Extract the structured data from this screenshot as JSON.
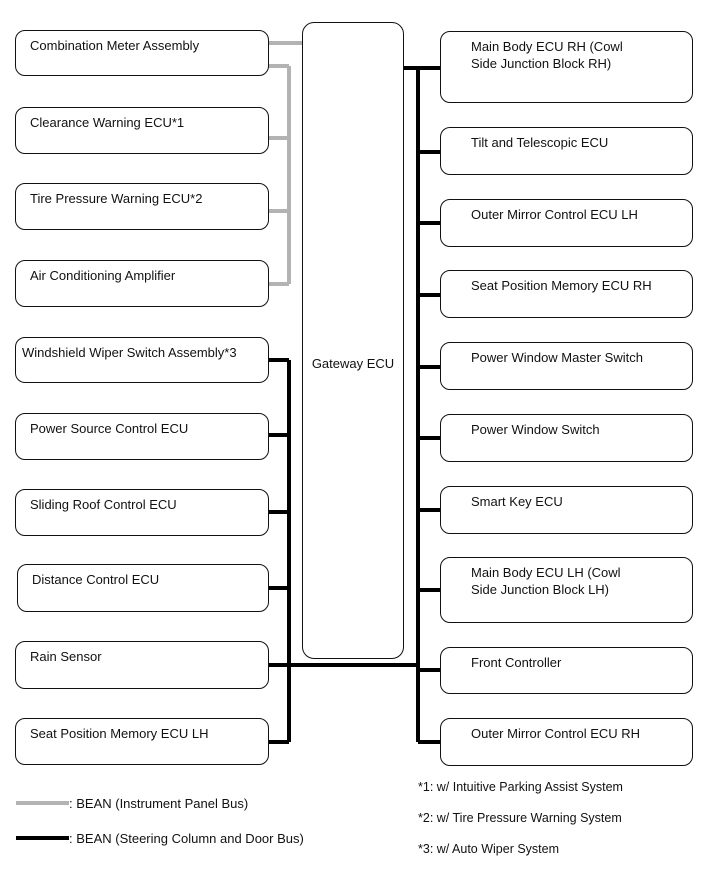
{
  "gateway": {
    "label": "Gateway ECU"
  },
  "left_boxes": [
    "Combination Meter Assembly",
    "Clearance Warning ECU*1",
    "Tire Pressure Warning ECU*2",
    "Air Conditioning Amplifier",
    "Windshield Wiper Switch Assembly*3",
    "Power Source Control ECU",
    "Sliding Roof Control ECU",
    "Distance Control ECU",
    "Rain Sensor",
    "Seat Position Memory ECU LH"
  ],
  "right_boxes": [
    "Main Body ECU RH (Cowl\nSide Junction Block RH)",
    "Tilt and Telescopic ECU",
    "Outer Mirror Control ECU LH",
    "Seat Position Memory ECU RH",
    "Power Window Master Switch",
    "Power Window Switch",
    "Smart Key ECU",
    "Main Body ECU LH (Cowl\nSide Junction Block LH)",
    "Front Controller",
    "Outer Mirror Control ECU RH"
  ],
  "legend": {
    "instrument": ": BEAN (Instrument Panel Bus)",
    "steering": ": BEAN (Steering Column and Door Bus)"
  },
  "notes": [
    "*1: w/ Intuitive Parking Assist System",
    "*2: w/ Tire Pressure Warning System",
    "*3: w/ Auto Wiper System"
  ],
  "colors": {
    "instrument_bus": "#b3b3b3",
    "steering_bus": "#000000"
  }
}
